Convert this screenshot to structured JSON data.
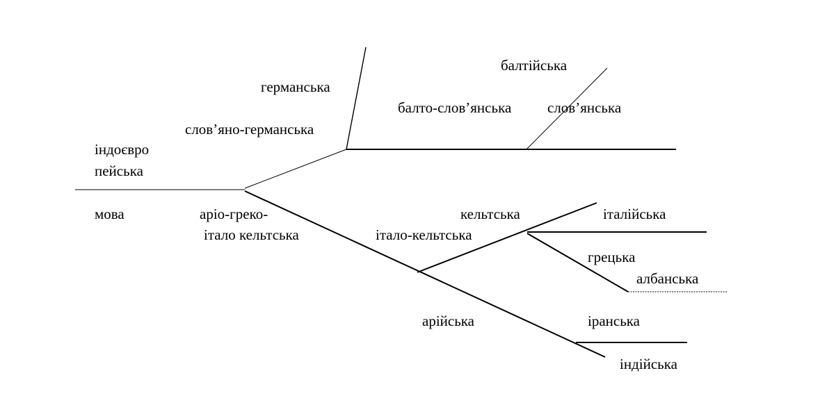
{
  "colors": {
    "line": "#000000",
    "text": "#000000",
    "background": "#ffffff"
  },
  "labels": {
    "indo_1": "індоєвро",
    "indo_2": "пейська",
    "mova": "мова",
    "slav_germ": "слов’яно-германська",
    "germanic": "германська",
    "balto_slavic": "балто-слов’янська",
    "baltic": "балтійська",
    "slavic": "слов’янська",
    "ario_1": "аріо-греко-",
    "ario_2": "італо кельтська",
    "celtic": "кельтська",
    "italo_celtic": "італо-кельтська",
    "italic": "італійська",
    "greek": "грецька",
    "albanian": "албанська",
    "aryan": "арійська",
    "iranian": "іранська",
    "indian": "індійська"
  }
}
